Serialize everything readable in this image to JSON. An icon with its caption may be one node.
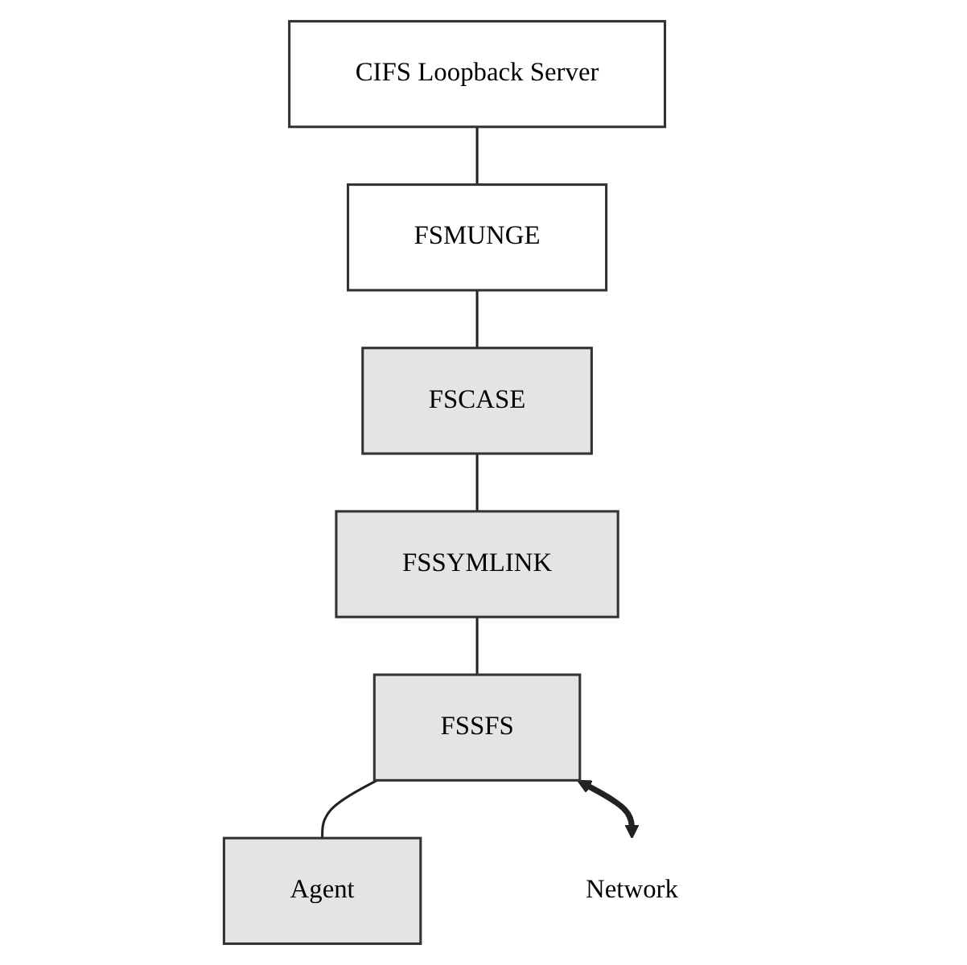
{
  "diagram": {
    "nodes": [
      {
        "text": [
          "CIFS Loopback Server"
        ]
      },
      {
        "text": [
          "FSMUNGE"
        ]
      },
      {
        "text": [
          "FSCASE"
        ]
      },
      {
        "text": [
          "FSSYMLINK"
        ]
      },
      {
        "text": [
          "FSSFS"
        ]
      },
      {
        "text": [
          "Agent"
        ]
      },
      {
        "text": [
          "Network"
        ]
      }
    ],
    "edges": [
      {
        "from": 0,
        "to": 1,
        "arrow": "none"
      },
      {
        "from": 1,
        "to": 2,
        "arrow": "none"
      },
      {
        "from": 2,
        "to": 3,
        "arrow": "none"
      },
      {
        "from": 3,
        "to": 4,
        "arrow": "none"
      },
      {
        "from": 4,
        "to": 5,
        "arrow": "none"
      },
      {
        "from": 4,
        "to": 6,
        "arrow": "both",
        "style": "thick"
      }
    ]
  }
}
